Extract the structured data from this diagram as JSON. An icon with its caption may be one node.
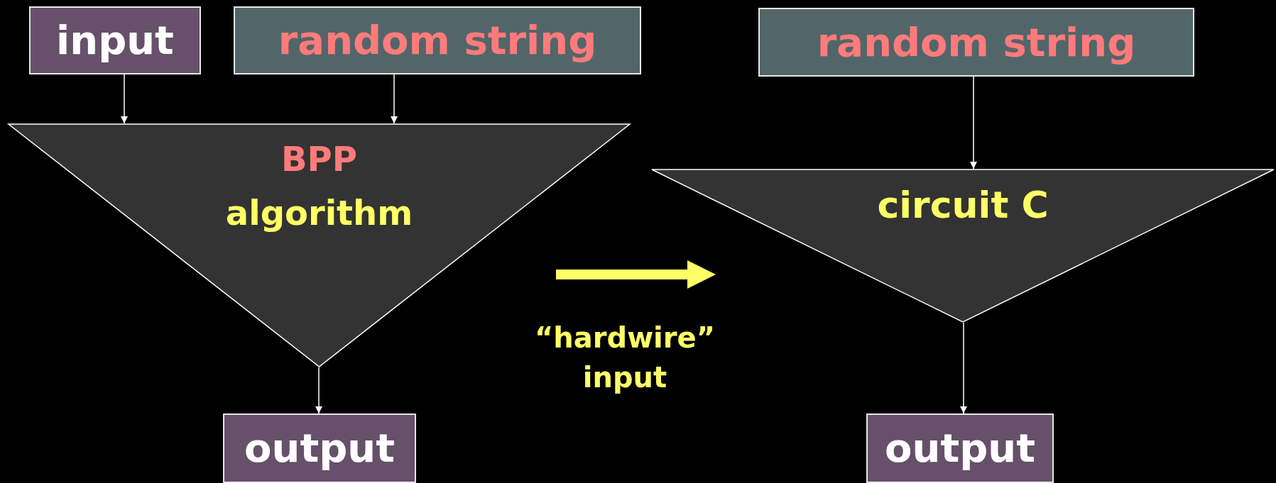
{
  "diagram": {
    "nodes": [
      {
        "text": [
          "input"
        ]
      },
      {
        "text": [
          "random string"
        ]
      },
      {
        "text": [
          "BPP",
          "algorithm"
        ]
      },
      {
        "text": [
          "output"
        ]
      },
      {
        "text": [
          "random string"
        ]
      },
      {
        "text": [
          "circuit C"
        ]
      },
      {
        "text": [
          "output"
        ]
      }
    ],
    "edges": [
      {
        "from": 0,
        "to": 2,
        "arrow": "to"
      },
      {
        "from": 1,
        "to": 2,
        "arrow": "to"
      },
      {
        "from": 2,
        "to": 3,
        "arrow": "to"
      },
      {
        "from": 4,
        "to": 5,
        "arrow": "to"
      },
      {
        "from": 5,
        "to": 6,
        "arrow": "to"
      }
    ],
    "labels": [
      "“hardwire” input"
    ]
  }
}
